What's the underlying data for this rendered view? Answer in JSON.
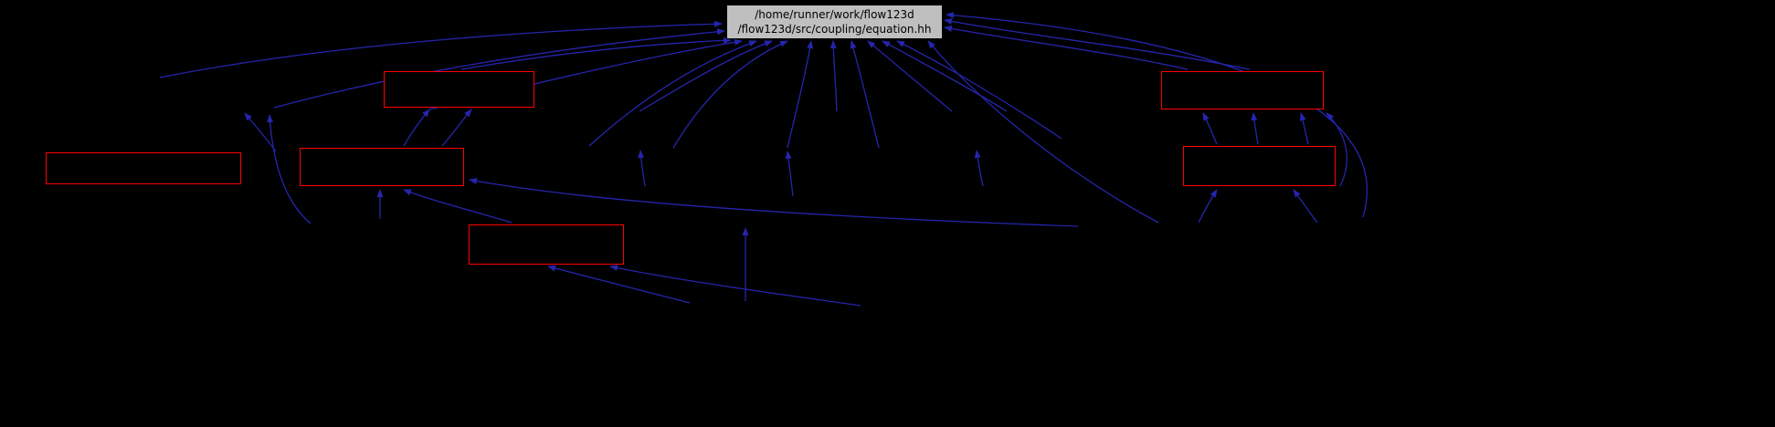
{
  "title_node": {
    "line1": "/home/runner/work/flow123d",
    "line2": "/flow123d/src/coupling/equation.hh"
  },
  "nodes": [
    {
      "id": "node-1",
      "label": ""
    },
    {
      "id": "node-2",
      "label": ""
    },
    {
      "id": "node-3",
      "label": ""
    },
    {
      "id": "node-4",
      "label": ""
    },
    {
      "id": "node-5",
      "label": ""
    },
    {
      "id": "node-6",
      "label": ""
    }
  ],
  "colors": {
    "background": "#000000",
    "edge": "#2525ad",
    "node_border": "#ff0000",
    "node_background": "#000000",
    "title_background": "#bfbfbf",
    "title_text": "#000000"
  }
}
